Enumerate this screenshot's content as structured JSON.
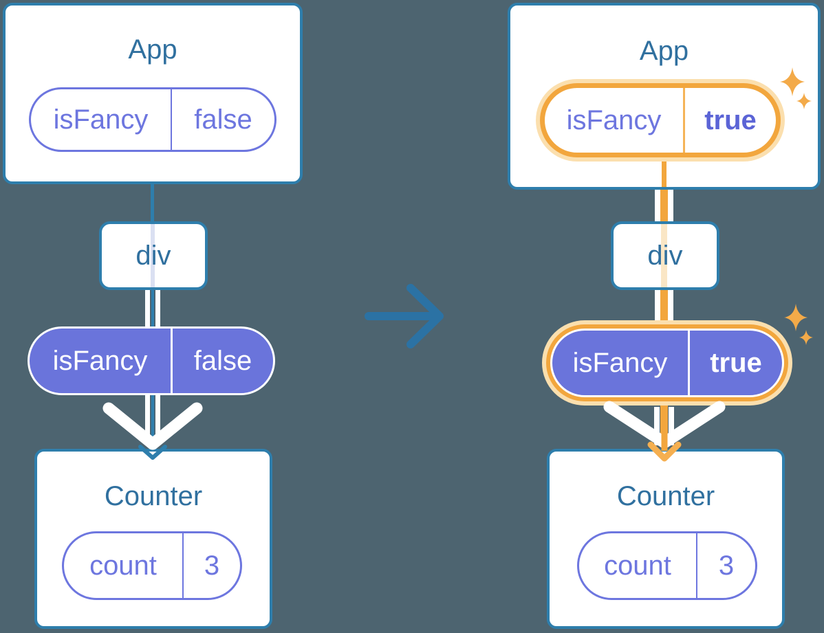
{
  "colors": {
    "background": "#4D6470",
    "card_fill": "#FFFFFF",
    "card_border_blue": "#2E7EAC",
    "title_text_blue": "#30709F",
    "pill_purple_fill": "#6A74DB",
    "pill_purple_text": "#6D76DF",
    "pill_purple_text_bold": "#5B64D6",
    "highlight_orange": "#F2A63D",
    "highlight_orange_light": "#FBDFAE",
    "thread_orange_faint": "#FAE6C5",
    "thread_lavender_faint": "#DAE0F2",
    "transition_arrow_blue": "#2B72A4",
    "sparkle_orange": "#F3AA49"
  },
  "icons": {
    "transition_arrow": "arrow-right",
    "sparkle": "four-point-star",
    "prop_flow_arrow": "chevron-down"
  },
  "before_tree": {
    "app_card": {
      "title": "App",
      "prop_pill": {
        "name": "isFancy",
        "value": "false"
      }
    },
    "div_card": {
      "title": "div"
    },
    "passed_prop_pill": {
      "name": "isFancy",
      "value": "false"
    },
    "counter_card": {
      "title": "Counter",
      "state_pill": {
        "name": "count",
        "value": "3"
      }
    }
  },
  "after_tree": {
    "app_card": {
      "title": "App",
      "prop_pill": {
        "name": "isFancy",
        "value": "true"
      }
    },
    "div_card": {
      "title": "div"
    },
    "passed_prop_pill": {
      "name": "isFancy",
      "value": "true"
    },
    "counter_card": {
      "title": "Counter",
      "state_pill": {
        "name": "count",
        "value": "3"
      }
    }
  }
}
